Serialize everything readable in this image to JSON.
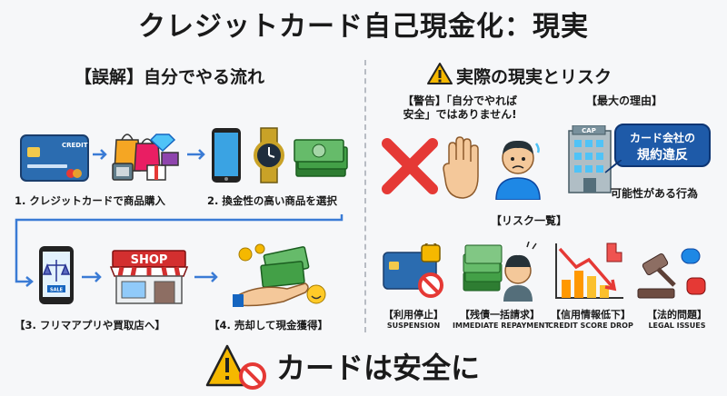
{
  "title": "クレジットカード自己現金化：現実",
  "left": {
    "heading": "【誤解】自分でやる流れ",
    "steps": [
      "1. クレジットカードで商品購入",
      "2. 換金性の高い商品を選択",
      "【3. フリマアプリや買取店へ】",
      "【4. 売却して現金獲得】"
    ],
    "card_text": "CREDIT",
    "shop_text": "SHOP",
    "sale_text": "SALE"
  },
  "right": {
    "heading": "実際の現実とリスク",
    "warning_line1": "【警告】「自分でやれば",
    "warning_line2": "安全」ではありません!",
    "reason_heading": "【最大の理由】",
    "bubble_line1": "カード会社の",
    "bubble_line2": "規約違反",
    "building_text": "CAP",
    "reason_caption": "可能性がある行為",
    "risk_heading": "【リスク一覧】",
    "risks": [
      {
        "label": "【利用停止】",
        "sub": "SUSPENSION"
      },
      {
        "label": "【残債一括請求】",
        "sub": "IMMEDIATE REPAYMENT"
      },
      {
        "label": "【信用情報低下】",
        "sub": "CREDIT SCORE DROP"
      },
      {
        "label": "【法的問題】",
        "sub": "LEGAL ISSUES"
      }
    ]
  },
  "footer": "カードは安全に",
  "colors": {
    "warning": "#f5b800",
    "danger": "#e53935",
    "money": "#3f9b3f",
    "card": "#2b6cb0"
  }
}
